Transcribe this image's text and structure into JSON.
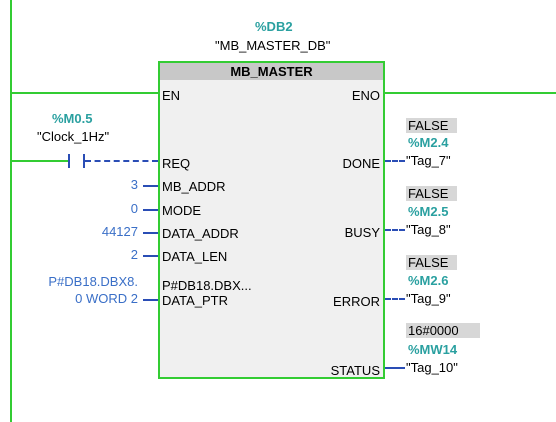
{
  "instance": {
    "db_address": "%DB2",
    "db_name": "\"MB_MASTER_DB\""
  },
  "block": {
    "title": "MB_MASTER",
    "inputs": [
      "EN",
      "REQ",
      "MB_ADDR",
      "MODE",
      "DATA_ADDR",
      "DATA_LEN",
      "DATA_PTR"
    ],
    "outputs": [
      "ENO",
      "DONE",
      "BUSY",
      "ERROR",
      "STATUS"
    ],
    "data_ptr_preview": "P#DB18.DBX..."
  },
  "contact": {
    "address": "%M0.5",
    "tag": "\"Clock_1Hz\""
  },
  "params": {
    "mb_addr": "3",
    "mode": "0",
    "data_addr": "44127",
    "data_len": "2",
    "data_ptr_line1": "P#DB18.DBX8.",
    "data_ptr_line2": "0 WORD 2"
  },
  "outputs_bind": {
    "done": {
      "value": "FALSE",
      "address": "%M2.4",
      "tag": "\"Tag_7\""
    },
    "busy": {
      "value": "FALSE",
      "address": "%M2.5",
      "tag": "\"Tag_8\""
    },
    "error": {
      "value": "FALSE",
      "address": "%M2.6",
      "tag": "\"Tag_9\""
    },
    "status": {
      "value": "16#0000",
      "address": "%MW14",
      "tag": "\"Tag_10\""
    }
  },
  "colors": {
    "power_flow": "#33cc33",
    "no_flow": "#2a4db5",
    "address": "#2aa0a0",
    "value": "#3a6fc7"
  }
}
